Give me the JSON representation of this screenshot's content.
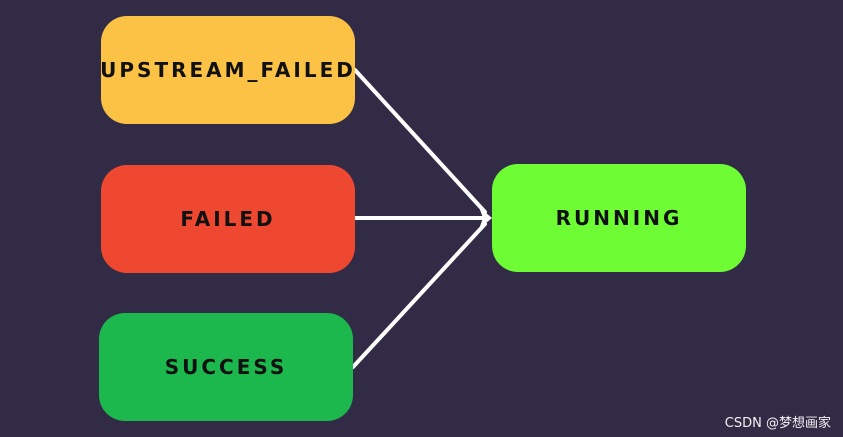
{
  "diagram": {
    "nodes": {
      "upstream_failed": "UPSTREAM_FAILED",
      "failed": "FAILED",
      "success": "SUCCESS",
      "running": "RUNNING"
    },
    "edges": [
      {
        "from": "UPSTREAM_FAILED",
        "to": "RUNNING"
      },
      {
        "from": "FAILED",
        "to": "RUNNING"
      },
      {
        "from": "SUCCESS",
        "to": "RUNNING"
      }
    ]
  },
  "colors": {
    "background": "#322b45",
    "upstream_failed": "#fcc245",
    "failed": "#ef4830",
    "success": "#1cb84d",
    "running": "#6efd35",
    "arrow": "#ffffff"
  },
  "watermark": "CSDN @梦想画家"
}
